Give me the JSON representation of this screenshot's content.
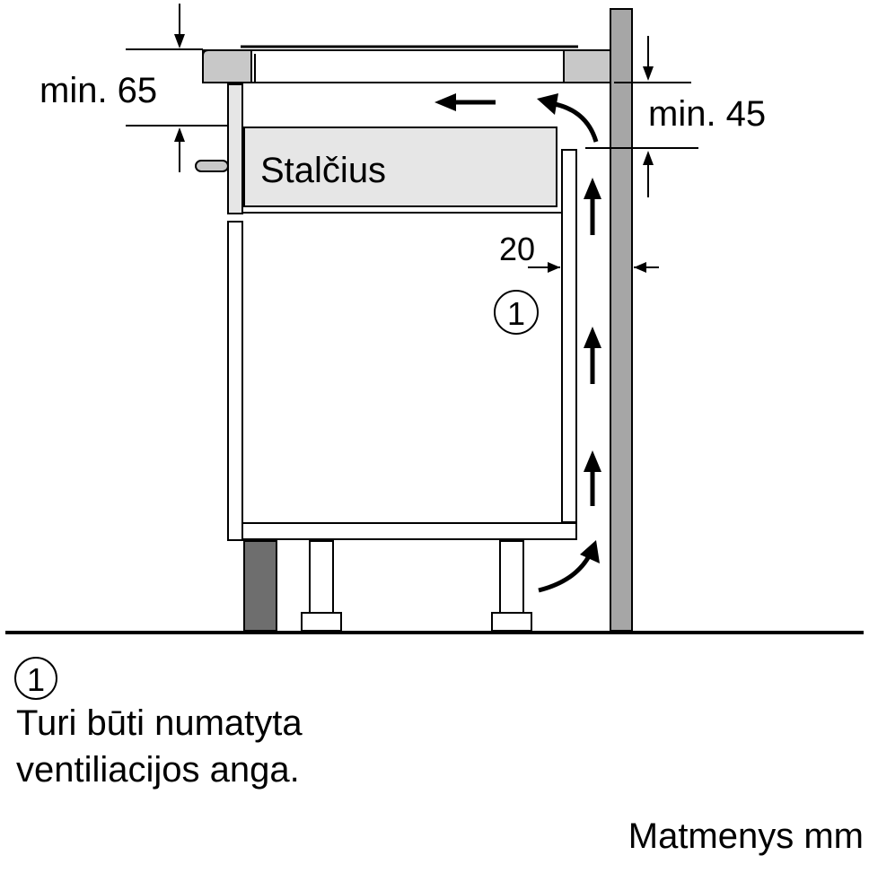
{
  "labels": {
    "drawer": "Stalčius",
    "min_top": "min. 65",
    "min_right": "min. 45",
    "gap_value": "20",
    "callout_marker": "1"
  },
  "legend": {
    "marker": "1",
    "line1": "Turi būti numatyta",
    "line2": "ventiliacijos anga."
  },
  "units_note": "Matmenys mm",
  "colors": {
    "line": "#000000",
    "wall": "#a6a6a6",
    "wall_dark": "#6e6e6e",
    "hob_grey": "#c8c8c8",
    "drawer_fill": "#e6e6e6"
  }
}
